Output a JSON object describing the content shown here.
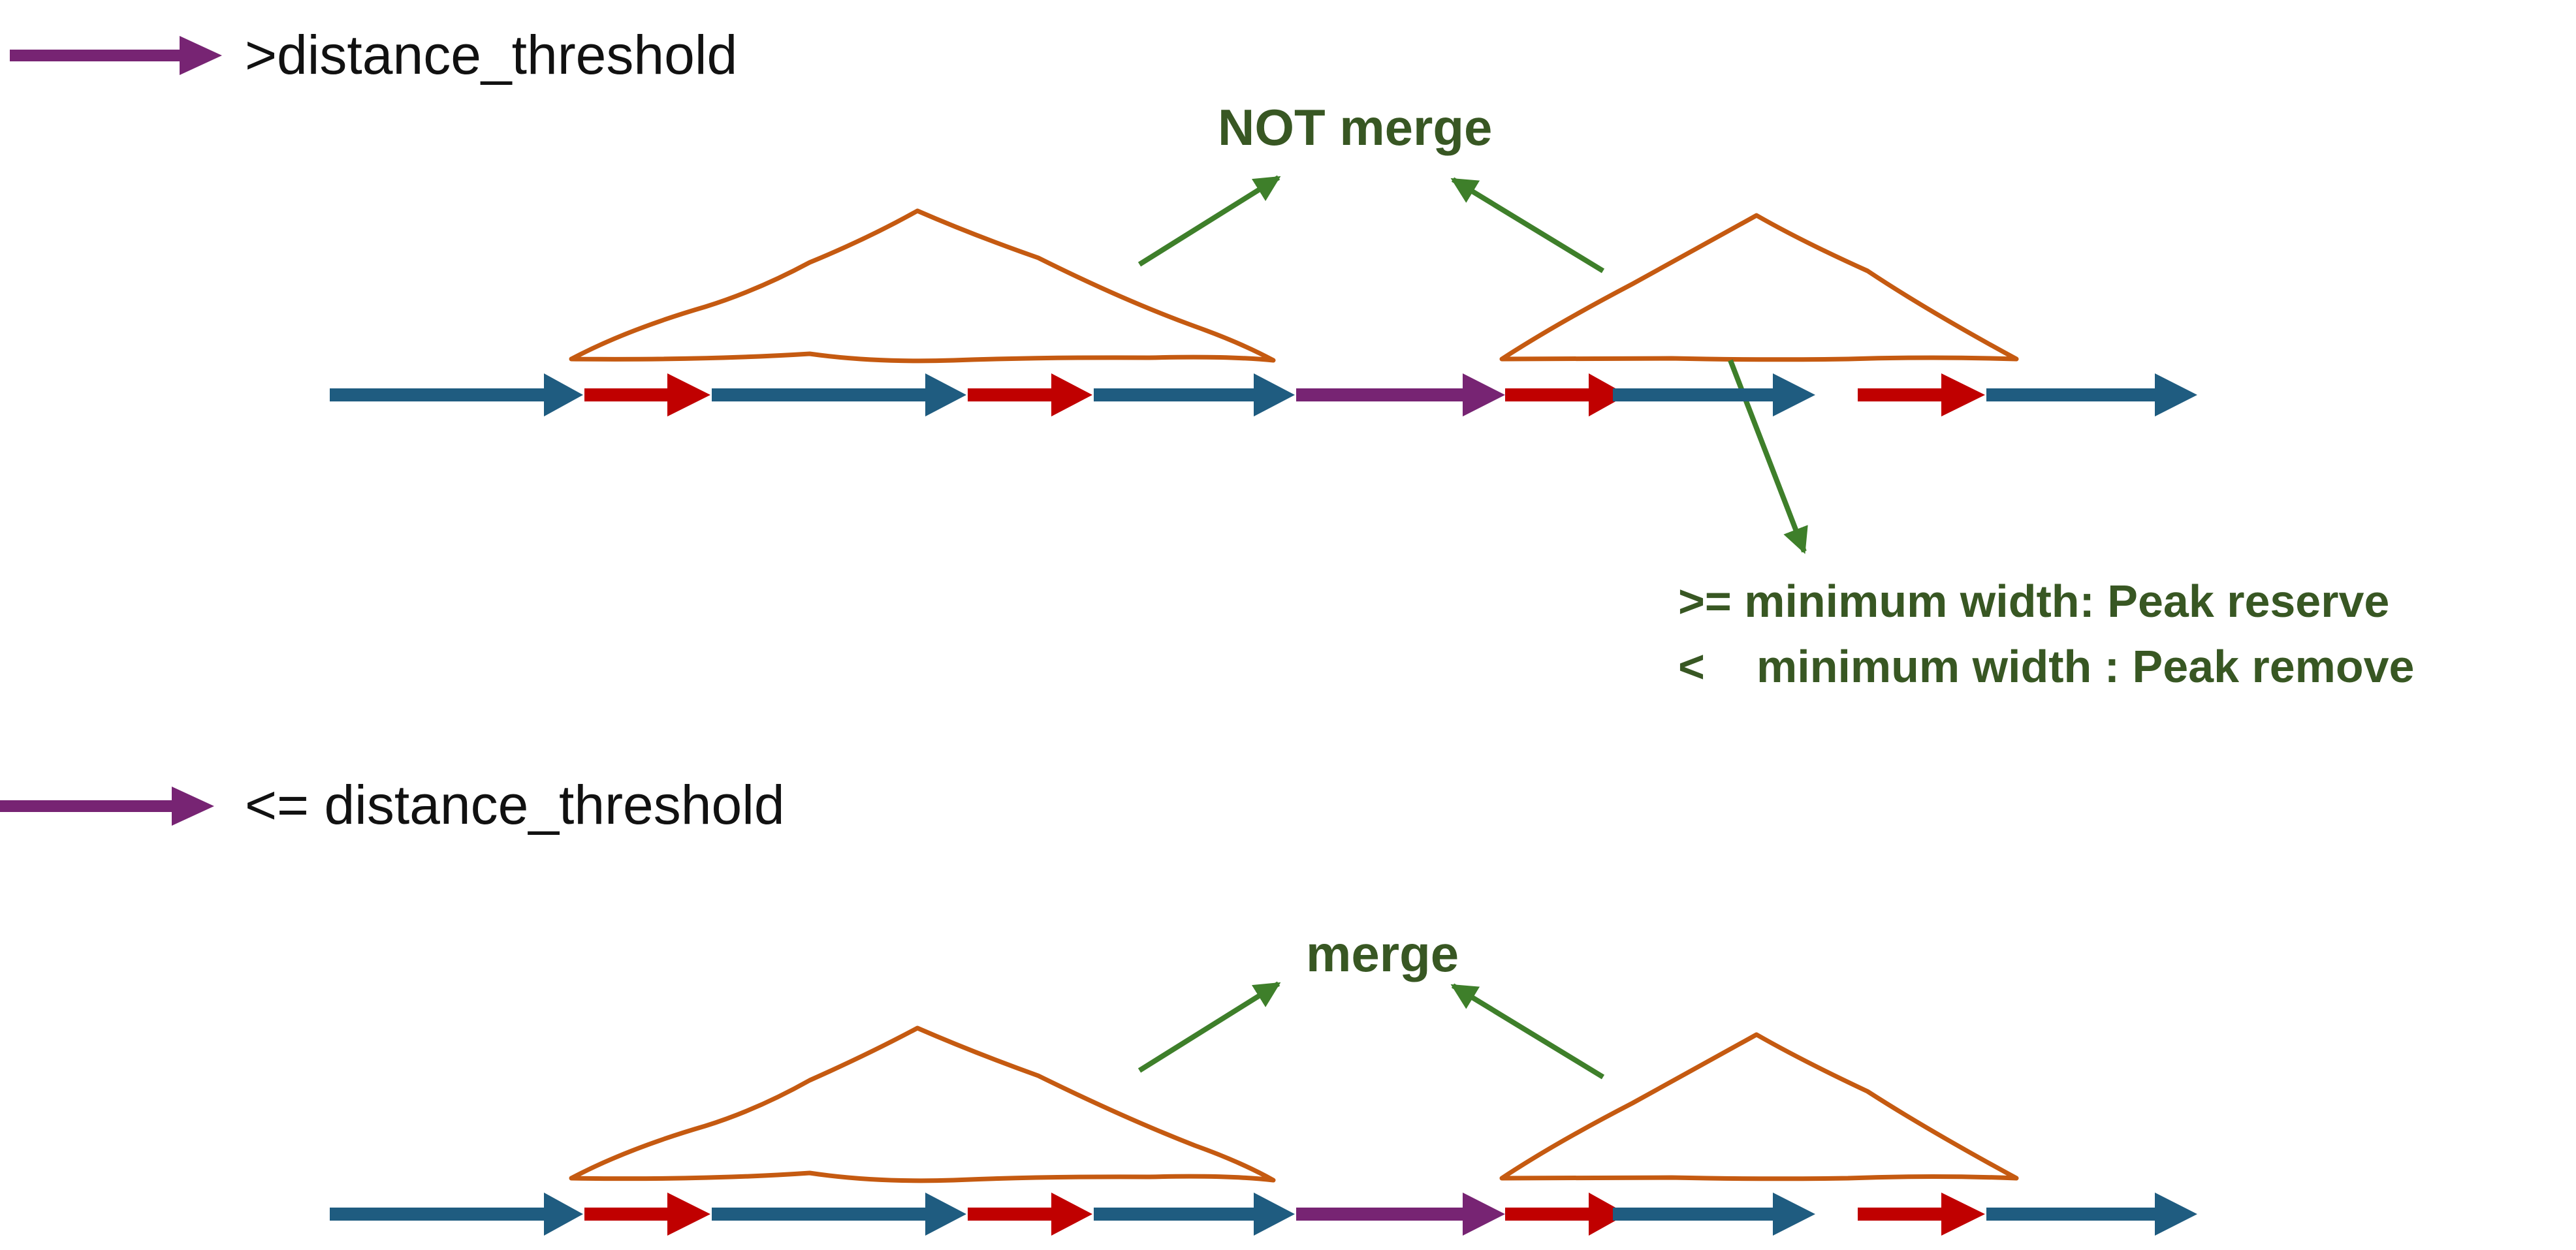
{
  "legend": {
    "greater": ">distance_threshold",
    "less_equal": "<= distance_threshold"
  },
  "top_panel": {
    "label": "NOT merge",
    "note_line1": ">= minimum width: Peak reserve",
    "note_line2_prefix": "<",
    "note_line2_text": "minimum width : Peak remove"
  },
  "bottom_panel": {
    "label": "merge"
  },
  "colors": {
    "blue_segment": "#1F5C80",
    "red_segment": "#C00000",
    "purple_segment": "#772473",
    "peak_outline": "#C55A11",
    "green_arrow": "#3E7F2A",
    "green_text": "#385723"
  }
}
